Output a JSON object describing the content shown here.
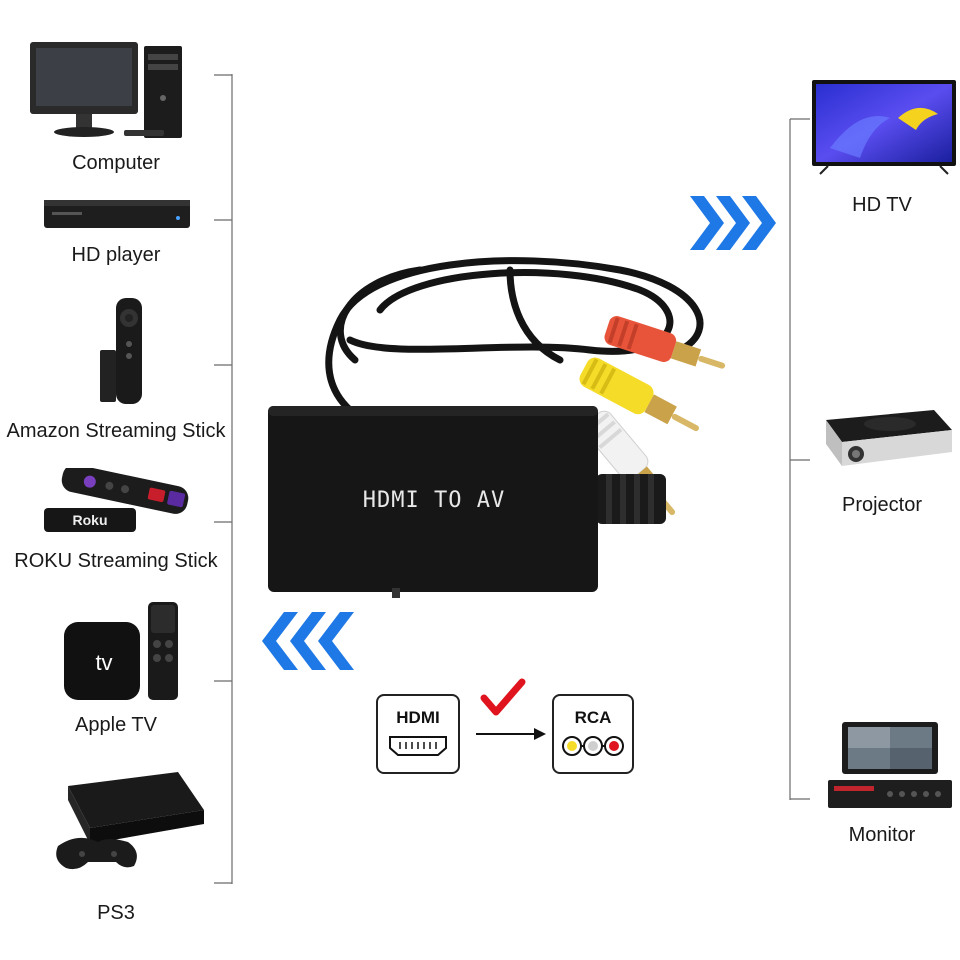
{
  "sources": [
    {
      "id": "computer",
      "label": "Computer",
      "icon": "computer-icon"
    },
    {
      "id": "hd-player",
      "label": "HD player",
      "icon": "hd-player-icon"
    },
    {
      "id": "amazon",
      "label": "Amazon Streaming Stick",
      "icon": "amazon-stick-icon"
    },
    {
      "id": "roku",
      "label": "ROKU Streaming Stick",
      "icon": "roku-stick-icon"
    },
    {
      "id": "apple-tv",
      "label": "Apple TV",
      "icon": "apple-tv-icon"
    },
    {
      "id": "ps3",
      "label": "PS3",
      "icon": "ps3-icon"
    }
  ],
  "displays": [
    {
      "id": "hdtv",
      "label": "HD TV",
      "icon": "tv-icon"
    },
    {
      "id": "projector",
      "label": "Projector",
      "icon": "projector-icon"
    },
    {
      "id": "monitor",
      "label": "Monitor",
      "icon": "monitor-icon"
    }
  ],
  "converter": {
    "label": "HDMI TO AV"
  },
  "badges": {
    "hdmi": "HDMI",
    "rca": "RCA"
  },
  "roku_text": "Roku",
  "apple_tv_text": "tv",
  "colors": {
    "arrow_blue": "#1e78e6",
    "check_red": "#e0141e",
    "rca_red": "#e8543a",
    "rca_yellow": "#f5dc28",
    "rca_white": "#f2f2f2"
  }
}
